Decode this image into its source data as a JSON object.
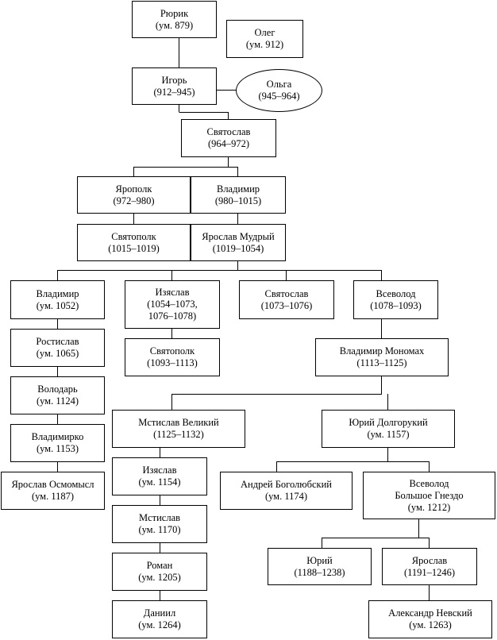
{
  "diagram": {
    "nodes": {
      "rurik": {
        "name": "Рюрик",
        "dates": "(ум. 879)"
      },
      "oleg": {
        "name": "Олег",
        "dates": "(ум. 912)"
      },
      "igor": {
        "name": "Игорь",
        "dates": "(912–945)"
      },
      "olga": {
        "name": "Ольга",
        "dates": "(945–964)"
      },
      "svyatoslav1": {
        "name": "Святослав",
        "dates": "(964–972)"
      },
      "yaropolk": {
        "name": "Ярополк",
        "dates": "(972–980)"
      },
      "vladimir1": {
        "name": "Владимир",
        "dates": "(980–1015)"
      },
      "svyatopolk1": {
        "name": "Святополк",
        "dates": "(1015–1019)"
      },
      "yaroslav_m": {
        "name": "Ярослав Мудрый",
        "dates": "(1019–1054)"
      },
      "vladimir2": {
        "name": "Владимир",
        "dates": "(ум. 1052)"
      },
      "izyaslav1": {
        "name": "Изяслав",
        "dates": "(1054–1073,",
        "dates2": "1076–1078)"
      },
      "svyatoslav2": {
        "name": "Святослав",
        "dates": "(1073–1076)"
      },
      "vsevolod1": {
        "name": "Всеволод",
        "dates": "(1078–1093)"
      },
      "rostislav": {
        "name": "Ростислав",
        "dates": "(ум. 1065)"
      },
      "svyatopolk2": {
        "name": "Святополк",
        "dates": "(1093–1113)"
      },
      "monomakh": {
        "name": "Владимир Мономах",
        "dates": "(1113–1125)"
      },
      "volodar": {
        "name": "Володарь",
        "dates": "(ум. 1124)"
      },
      "vladimirko": {
        "name": "Владимирко",
        "dates": "(ум. 1153)"
      },
      "yaroslav_o": {
        "name": "Ярослав Осмомысл",
        "dates": "(ум. 1187)"
      },
      "mstislav_v": {
        "name": "Мстислав Великий",
        "dates": "(1125–1132)"
      },
      "yuri_d": {
        "name": "Юрий Долгорукий",
        "dates": "(ум. 1157)"
      },
      "izyaslav2": {
        "name": "Изяслав",
        "dates": "(ум. 1154)"
      },
      "andrey": {
        "name": "Андрей Боголюбский",
        "dates": "(ум. 1174)"
      },
      "vsevolod2": {
        "name": "Всеволод",
        "name2": "Большое Гнездо",
        "dates": "(ум. 1212)"
      },
      "mstislav2": {
        "name": "Мстислав",
        "dates": "(ум. 1170)"
      },
      "yuri2": {
        "name": "Юрий",
        "dates": "(1188–1238)"
      },
      "yaroslav2": {
        "name": "Ярослав",
        "dates": "(1191–1246)"
      },
      "roman": {
        "name": "Роман",
        "dates": "(ум. 1205)"
      },
      "daniil": {
        "name": "Даниил",
        "dates": "(ум. 1264)"
      },
      "nevsky": {
        "name": "Александр Невский",
        "dates": "(ум. 1263)"
      }
    }
  }
}
